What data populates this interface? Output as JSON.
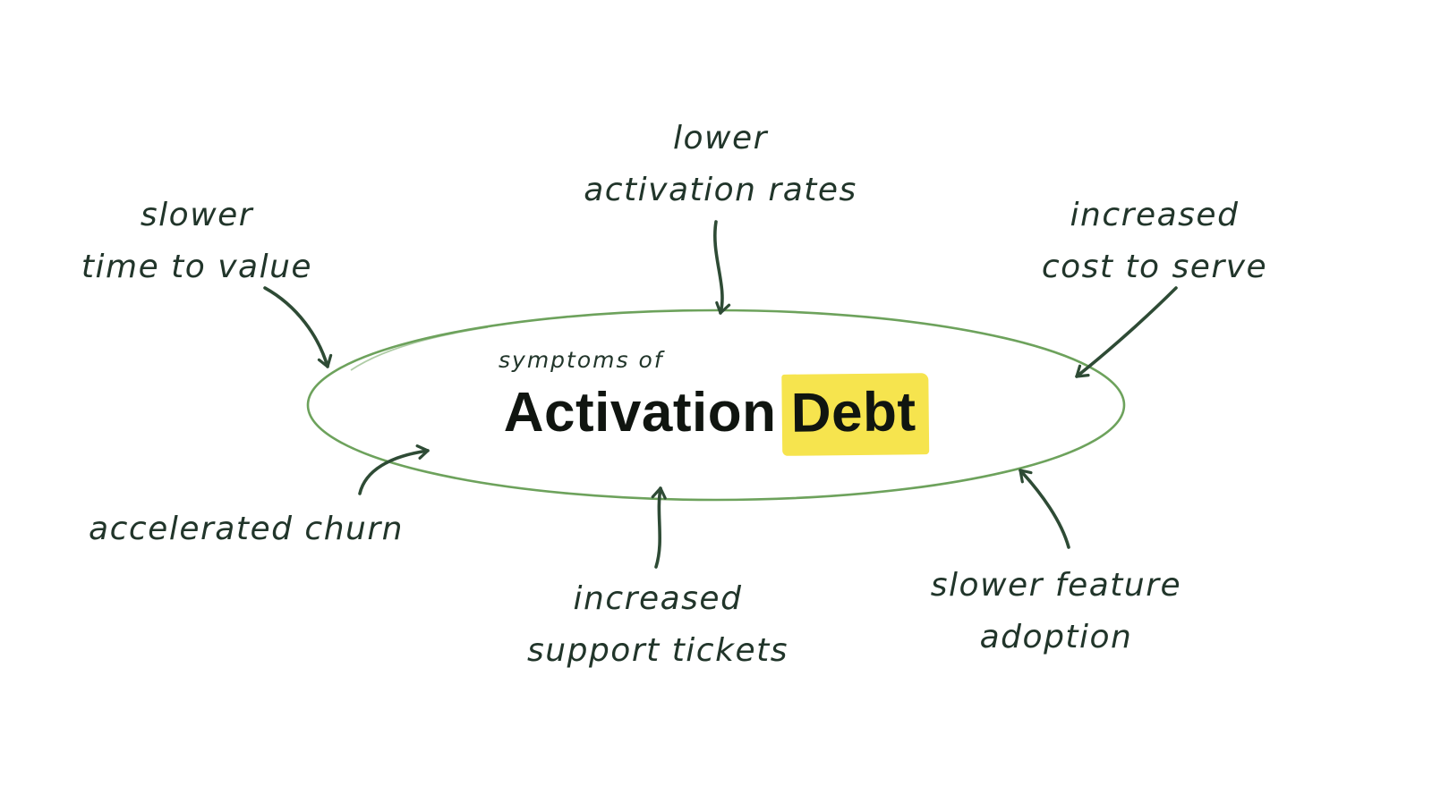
{
  "diagram": {
    "subtitle": "symptoms of",
    "title": {
      "plain": "Activation",
      "highlighted": "Debt"
    },
    "labels": {
      "top_left": {
        "line1": "slower",
        "line2": "time to value"
      },
      "top_center": {
        "line1": "lower",
        "line2": "activation rates"
      },
      "top_right": {
        "line1": "increased",
        "line2": "cost to serve"
      },
      "bottom_left": {
        "line1": "accelerated churn"
      },
      "bottom_center": {
        "line1": "increased",
        "line2": "support tickets"
      },
      "bottom_right": {
        "line1": "slower feature",
        "line2": "adoption"
      }
    },
    "colors": {
      "ellipse": "#6da25c",
      "arrow": "#2e4b35",
      "highlight": "#f6e44e",
      "ink": "#21352a",
      "title": "#101510",
      "background": "#ffffff"
    }
  }
}
